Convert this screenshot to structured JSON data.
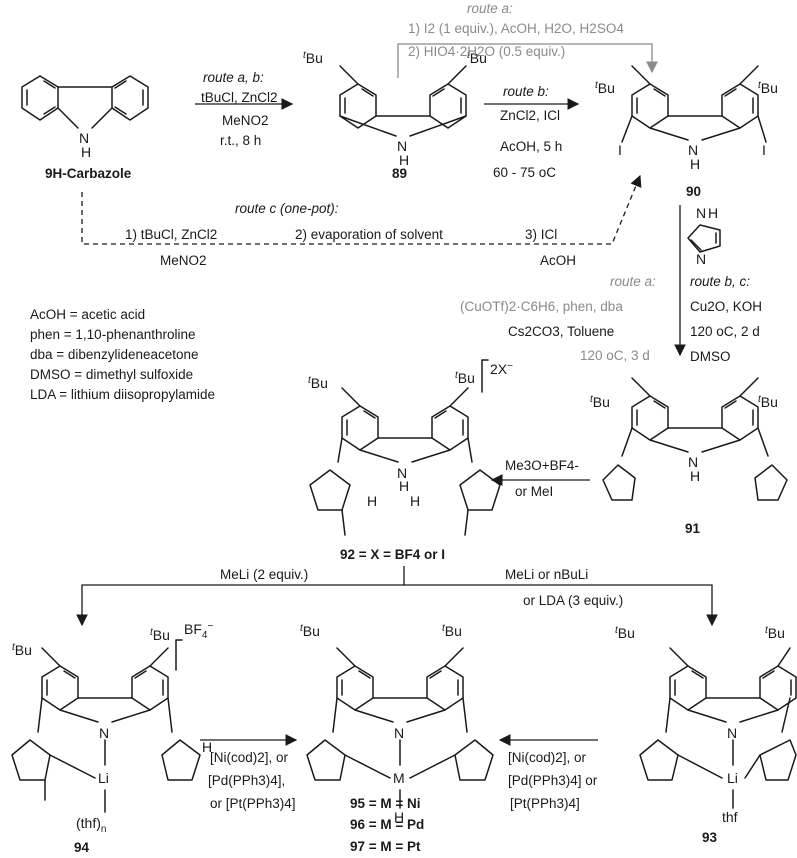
{
  "compounds": {
    "carbazole": "9H-Carbazole",
    "c89": "89",
    "c90": "90",
    "c91": "91",
    "c92": "92 = X = BF4 or I",
    "c93": "93",
    "c94": "94",
    "c95": "95 = M = Ni",
    "c96": "96 = M = Pd",
    "c97": "97 = M = Pt"
  },
  "conditions": {
    "step1": {
      "route": "route a, b:",
      "l1": "tBuCl, ZnCl2",
      "l2": "MeNO2",
      "l3": "r.t., 8 h"
    },
    "step2": {
      "route": "route b:",
      "l1": "ZnCl2, ICl",
      "l2": "AcOH, 5 h",
      "l3": "60 - 75 oC"
    },
    "routeA_top": {
      "route": "route a:",
      "l1": "1) I2 (1 equiv.), AcOH, H2O, H2SO4",
      "l2": "2) HIO4·2H2O (0.5 equiv.)"
    },
    "routeC": {
      "route": "route c (one-pot):",
      "a": "1) tBuCl, ZnCl2",
      "b": "2) evaporation of solvent",
      "c": "3) ICl",
      "d": "MeNO2",
      "e": "AcOH"
    },
    "step3a": {
      "route": "route a:",
      "l1": "(CuOTf)2·C6H6, phen, dba",
      "l2": "Cs2CO3, Toluene",
      "l3": "120 oC, 3 d"
    },
    "step3bc": {
      "route": "route b, c:",
      "l1": "Cu2O, KOH",
      "l2": "120 oC, 2 d",
      "l3": "DMSO"
    },
    "step4": {
      "l1": "Me3O+BF4-",
      "l2": "or MeI"
    },
    "step5a": {
      "l1": "MeLi (2 equiv.)"
    },
    "step5b": {
      "l1": "MeLi or nBuLi",
      "l2": "or LDA (3 equiv.)"
    },
    "step6a": {
      "l1": "[Ni(cod)2], or",
      "l2": "[Pd(PPh3)4],",
      "l3": "or [Pt(PPh3)4]"
    },
    "step6b": {
      "l1": "[Ni(cod)2], or",
      "l2": "[Pd(PPh3)4] or",
      "l3": "[Pt(PPh3)4]"
    }
  },
  "abbreviations": [
    "AcOH = acetic acid",
    "phen = 1,10-phenanthroline",
    "dba = dibenzylideneacetone",
    "DMSO = dimethyl sulfoxide",
    "LDA = lithium diisopropylamide"
  ],
  "colors": {
    "text": "#1a1a1a",
    "routeA": "#8a8a8a",
    "nitrogen": "#1f3fbf"
  }
}
